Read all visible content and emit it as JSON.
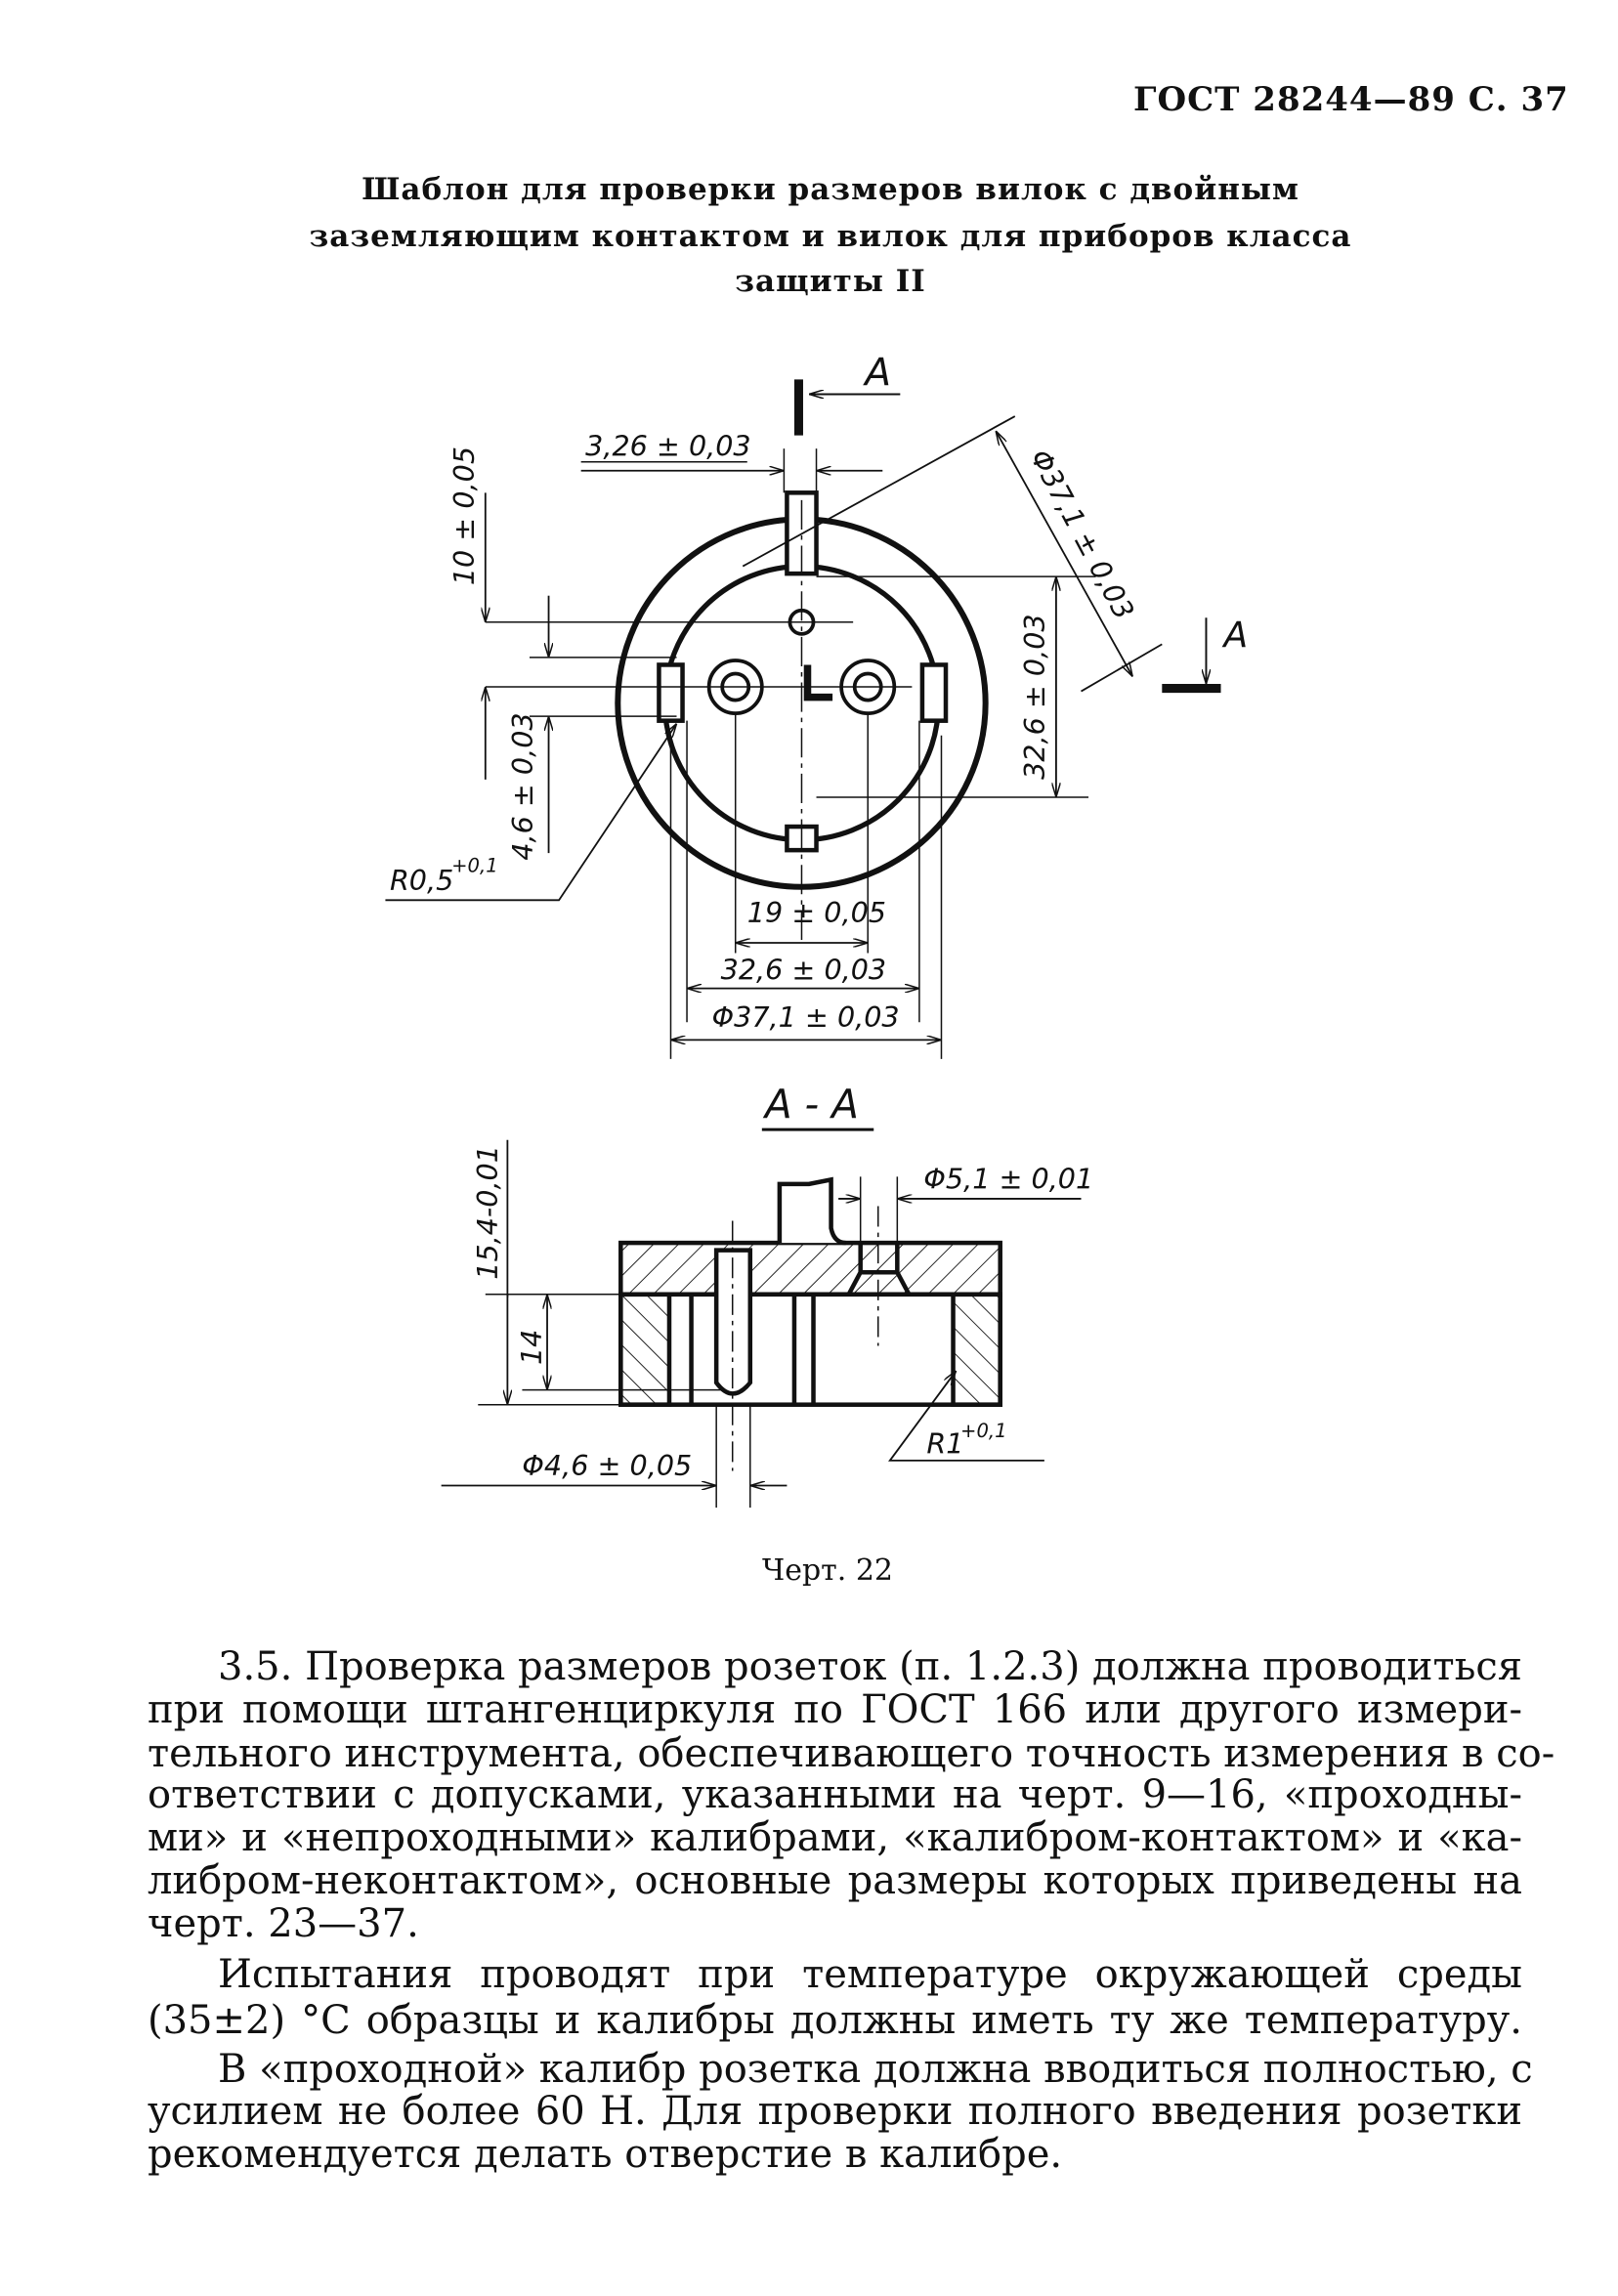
{
  "header": "ГОСТ 28244—89 С. 37",
  "title": [
    "Шаблон для проверки размеров вилок с двойным",
    "заземляющим контактом и вилок для приборов класса",
    "защиты II"
  ],
  "drawing": {
    "section_mark": "A",
    "section_title": "A - A",
    "top_view": {
      "dim_slot": "3,26 ± 0,03",
      "dim_diameter_diag": "Φ37,1 ± 0,03",
      "dim_vertical_right": "32,6 ± 0,03",
      "dim_left_10": "10 ± 0,05",
      "dim_left_46": "4,6 ± 0,03",
      "radius": "R0,5",
      "radius_tol": "+0,1",
      "dim_pins": "19 ± 0,05",
      "dim_width": "32,6 ± 0,03",
      "dim_diameter": "Φ37,1 ± 0,03"
    },
    "section_view": {
      "dim_height_total": "15,4-0,01",
      "dim_height": "14",
      "dim_hole_top": "Φ5,1 ± 0,01",
      "dim_hole_pin": "Φ4,6 ± 0,05",
      "radius": "R1",
      "radius_tol": "+0,1"
    }
  },
  "caption": "Черт. 22",
  "body": [
    "3.5. Проверка размеров розеток (п. 1.2.3) должна проводиться",
    "при помощи штангенциркуля по ГОСТ 166 или другого измери-",
    "тельного инструмента, обеспечивающего точность измерения в со-",
    "ответствии с допусками, указанными на черт. 9—16, «проходны-",
    "ми» и «непроходными» калибрами, «калибром-контактом» и «ка-",
    "либром-неконтактом», основные размеры которых приведены на",
    "черт. 23—37.",
    "Испытания проводят при температуре окружающей среды",
    "(35±2) °С образцы и калибры должны иметь ту же температуру.",
    "В «проходной» калибр розетка должна вводиться полностью, с",
    "усилием не более 60 Н. Для проверки полного введения розетки",
    "рекомендуется делать отверстие в калибре."
  ]
}
